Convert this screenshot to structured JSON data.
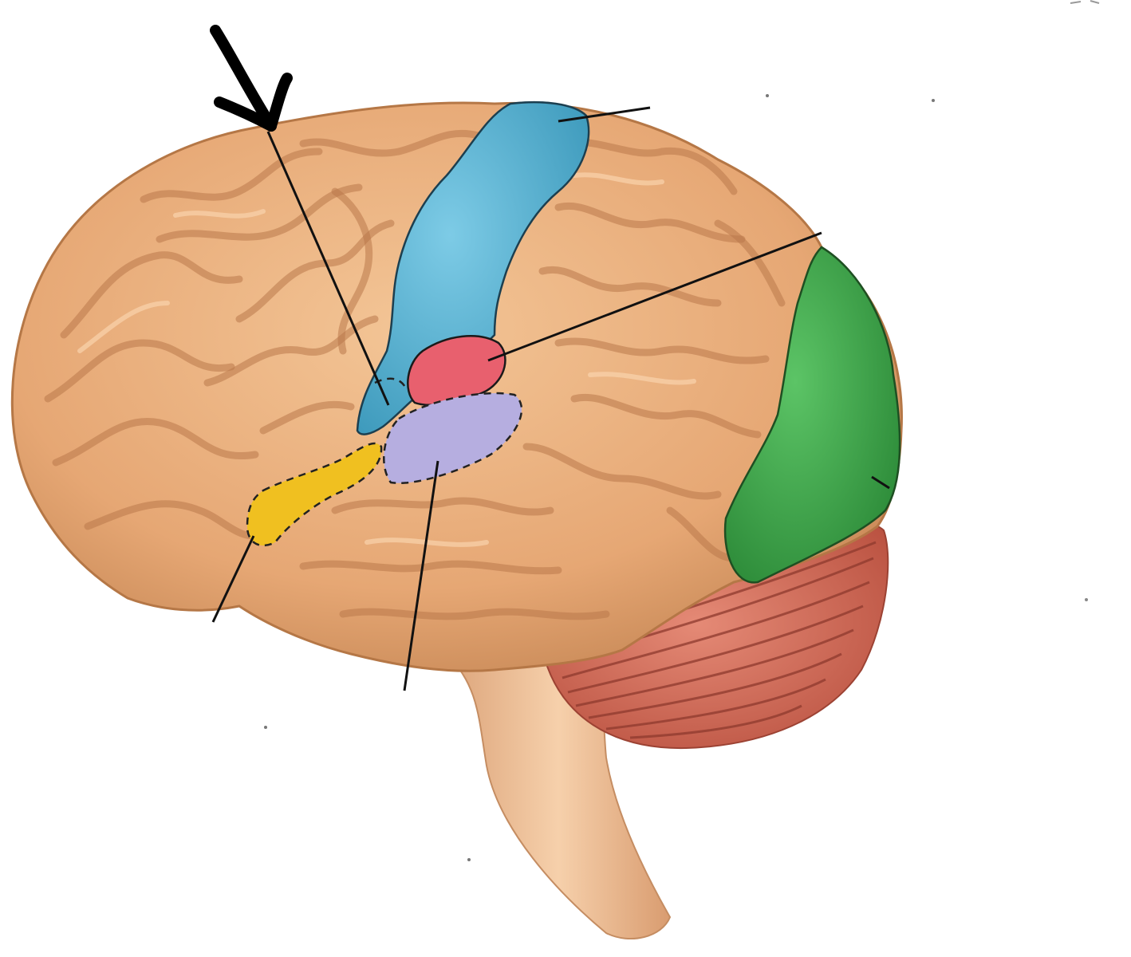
{
  "diagram": {
    "subject": "lateral-view-of-brain",
    "colors": {
      "cortex": "#e8ae7c",
      "cortex_shadow": "#b9784a",
      "primary_motor_cortex": "#5fb4d2",
      "primary_somatosensory_area": "#e8606e",
      "auditory_area": "#b6aee0",
      "broca_area": "#f0c020",
      "visual_area": "#3fa64b",
      "cerebellum": "#d6705e",
      "brainstem": "#efc39b"
    },
    "regions": [
      {
        "id": "blue-strip",
        "color_key": "primary_motor_cortex"
      },
      {
        "id": "red-patch",
        "color_key": "primary_somatosensory_area"
      },
      {
        "id": "purple-patch",
        "color_key": "auditory_area",
        "outline": "dashed"
      },
      {
        "id": "yellow-patch",
        "color_key": "broca_area",
        "outline": "dashed"
      },
      {
        "id": "green-lobe",
        "color_key": "visual_area"
      },
      {
        "id": "cerebellum",
        "color_key": "cerebellum"
      },
      {
        "id": "brainstem",
        "color_key": "brainstem"
      }
    ],
    "leader_lines": [
      {
        "id": "leader-blue-top",
        "points_to": "blue-strip"
      },
      {
        "id": "leader-red",
        "points_to": "red-patch"
      },
      {
        "id": "leader-green",
        "points_to": "green-lobe"
      },
      {
        "id": "leader-arrow",
        "points_to": "blue-strip-inferior",
        "marked_by": "hand-drawn-arrow"
      },
      {
        "id": "leader-yellow",
        "points_to": "yellow-patch"
      },
      {
        "id": "leader-purple",
        "points_to": "purple-patch"
      }
    ],
    "annotation": {
      "type": "hand-drawn-arrow",
      "icon": "arrow-down-icon"
    }
  }
}
